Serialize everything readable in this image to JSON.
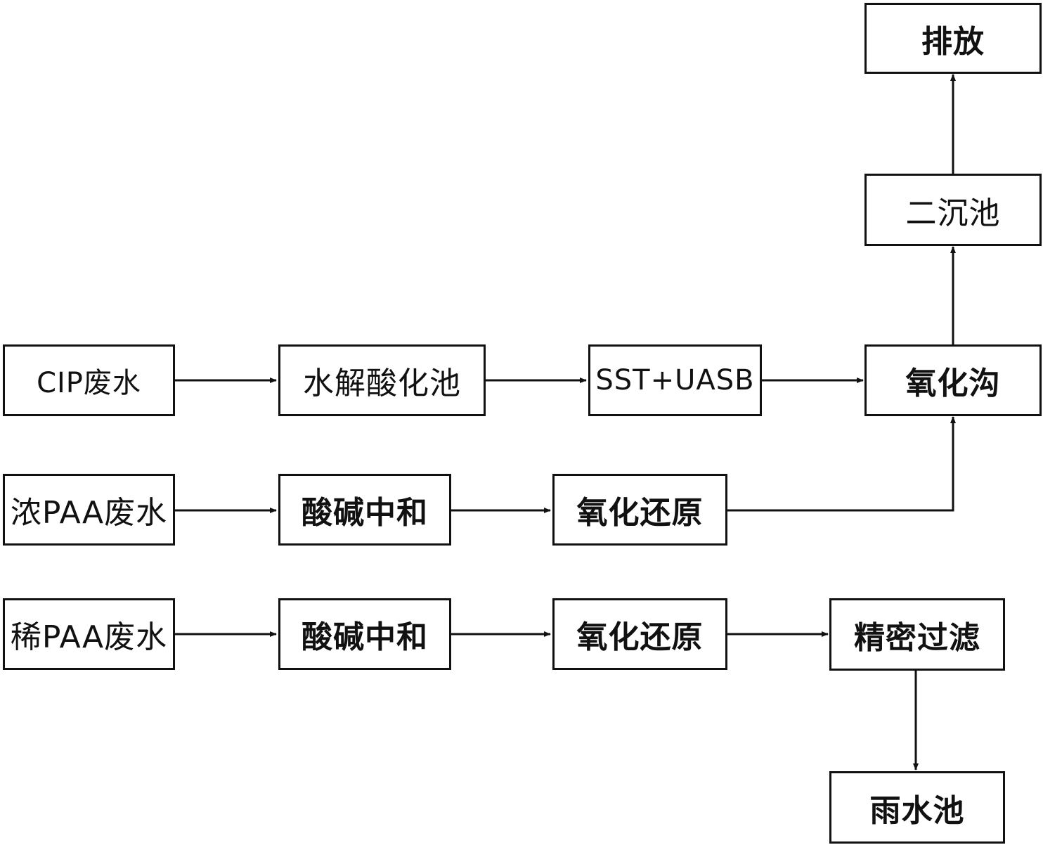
{
  "nodes": {
    "cip_wastewater": "CIP废水",
    "hydrolysis_acidification": "水解酸化池",
    "sst_uasb": "SST+UASB",
    "oxidation_ditch": "氧化沟",
    "secondary_clarifier": "二沉池",
    "discharge": "排放",
    "conc_paa_wastewater": "浓PAA废水",
    "neutralization_1": "酸碱中和",
    "redox_1": "氧化还原",
    "dilute_paa_wastewater": "稀PAA废水",
    "neutralization_2": "酸碱中和",
    "redox_2": "氧化还原",
    "precision_filtration": "精密过滤",
    "rainwater_pool": "雨水池"
  },
  "edges": [
    [
      "cip_wastewater",
      "hydrolysis_acidification"
    ],
    [
      "hydrolysis_acidification",
      "sst_uasb"
    ],
    [
      "sst_uasb",
      "oxidation_ditch"
    ],
    [
      "oxidation_ditch",
      "secondary_clarifier"
    ],
    [
      "secondary_clarifier",
      "discharge"
    ],
    [
      "conc_paa_wastewater",
      "neutralization_1"
    ],
    [
      "neutralization_1",
      "redox_1"
    ],
    [
      "redox_1",
      "oxidation_ditch"
    ],
    [
      "dilute_paa_wastewater",
      "neutralization_2"
    ],
    [
      "neutralization_2",
      "redox_2"
    ],
    [
      "redox_2",
      "precision_filtration"
    ],
    [
      "precision_filtration",
      "rainwater_pool"
    ]
  ]
}
